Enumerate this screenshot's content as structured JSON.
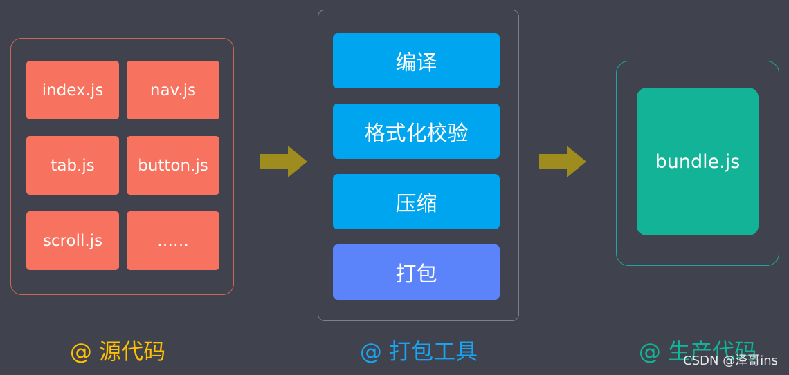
{
  "source": {
    "files": [
      "index.js",
      "nav.js",
      "tab.js",
      "button.js",
      "scroll.js",
      "……"
    ],
    "caption": "@ 源代码"
  },
  "tool": {
    "steps": [
      "编译",
      "格式化校验",
      "压缩",
      "打包"
    ],
    "caption": "@ 打包工具"
  },
  "output": {
    "file": "bundle.js",
    "caption": "@ 生产代码"
  },
  "watermark": "CSDN @泽哥ins",
  "colors": {
    "background": "#40434e",
    "file_tile": "#f7735f",
    "step_blue": "#00a5ef",
    "step_pack": "#5b84fa",
    "output_tile": "#12b397",
    "arrow": "#9e8d1e",
    "caption_source": "#ffc000",
    "caption_tool": "#1aa3f0",
    "caption_output": "#12b397"
  }
}
